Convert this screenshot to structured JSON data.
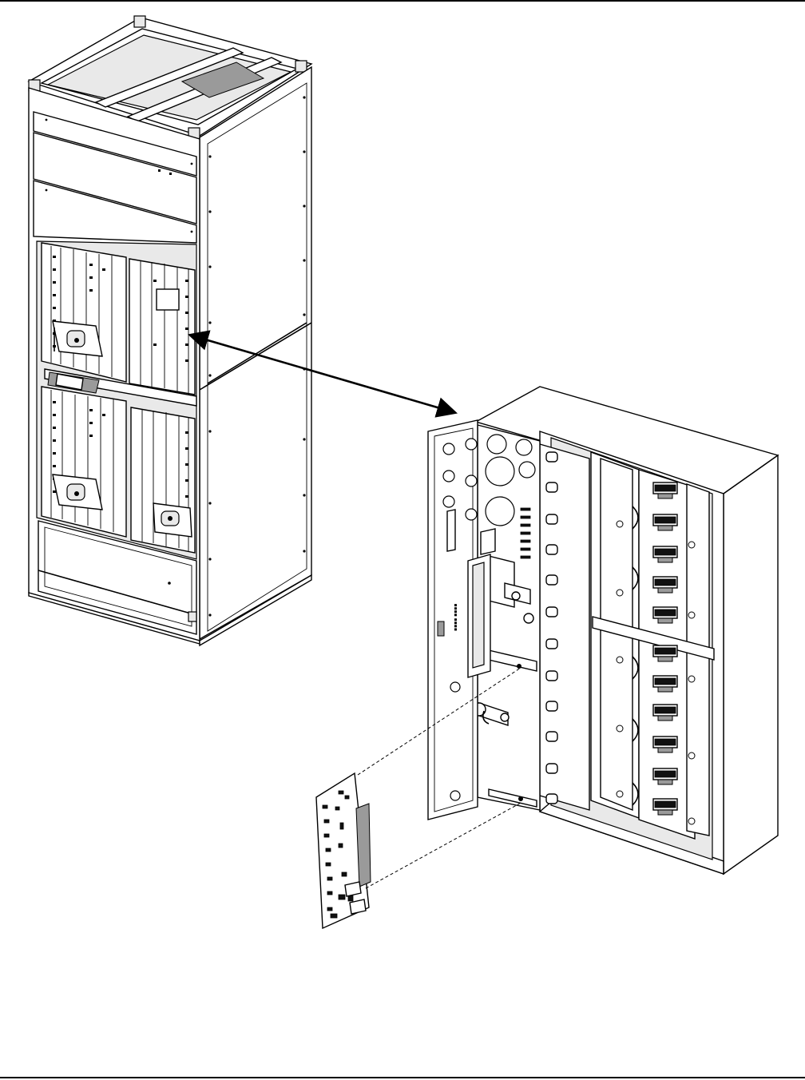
{
  "figure": {
    "cabinet": "equipment-cabinet",
    "module": "subrack-module",
    "board": "circuit-board"
  }
}
